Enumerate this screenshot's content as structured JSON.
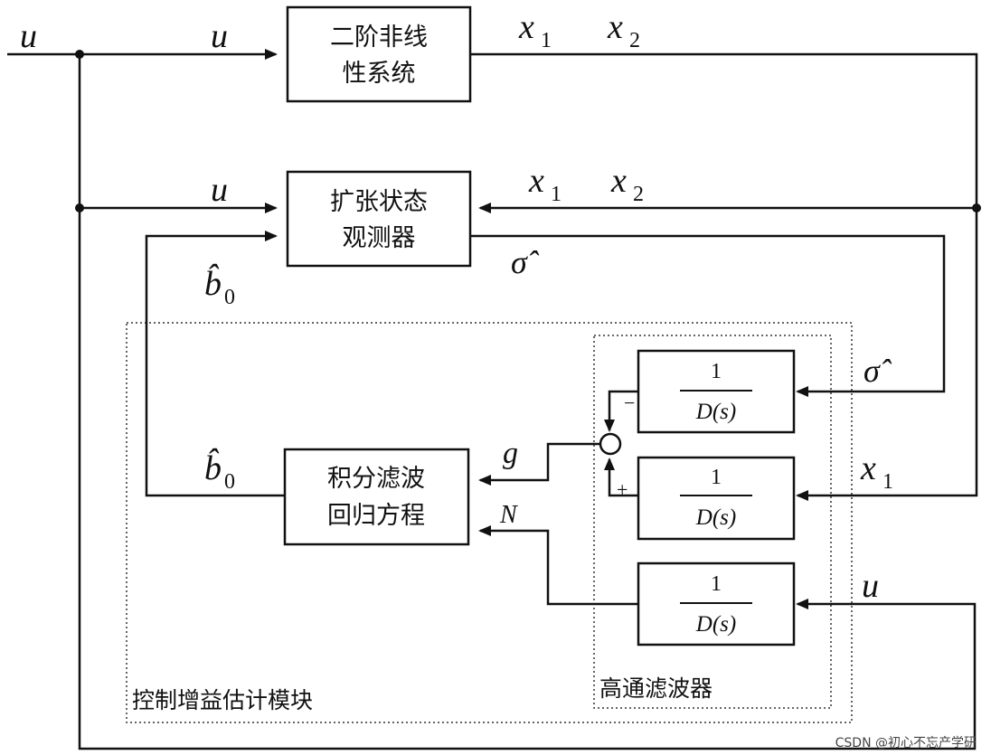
{
  "blocks": {
    "plant": {
      "line1": "二阶非线",
      "line2": "性系统"
    },
    "eso": {
      "line1": "扩张状态",
      "line2": "观测器"
    },
    "regression": {
      "line1": "积分滤波",
      "line2": "回归方程"
    },
    "filter": {
      "numerator": "1",
      "denominator": "D(s)"
    }
  },
  "signals": {
    "u": "u",
    "x1_base": "x",
    "x1_sub": "1",
    "x2_base": "x",
    "x2_sub": "2",
    "sigma_hat": "σ̂",
    "b0_base": "b̂",
    "b0_sub": "0",
    "g": "g",
    "N": "N",
    "minus": "−",
    "plus": "+"
  },
  "modules": {
    "gain_estimation": "控制增益估计模块",
    "highpass": "高通滤波器"
  },
  "watermark": "CSDN @初心不忘产学研"
}
